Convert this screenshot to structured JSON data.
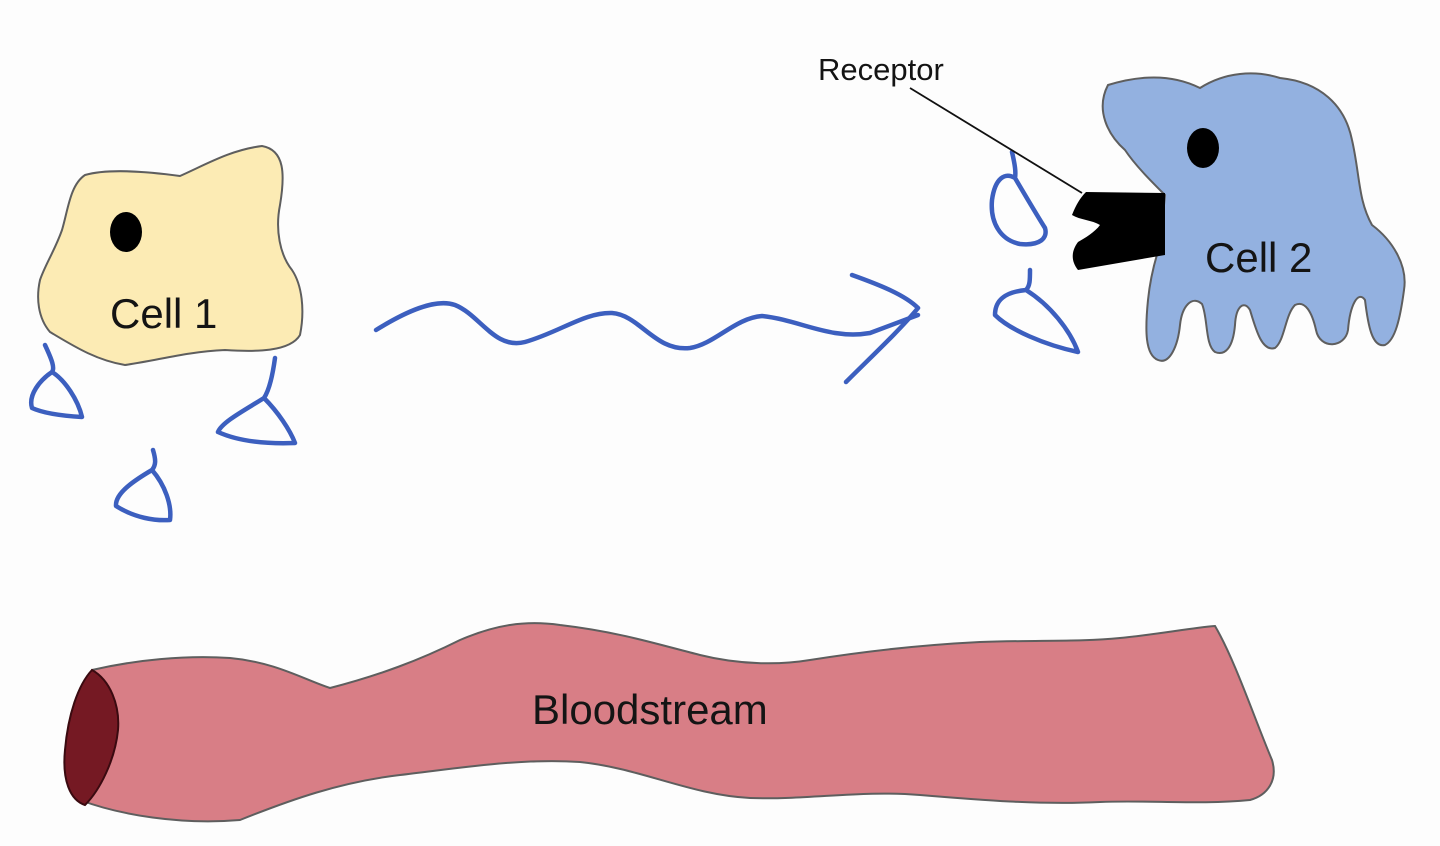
{
  "labels": {
    "cell1": "Cell 1",
    "cell2": "Cell 2",
    "receptor": "Receptor",
    "bloodstream": "Bloodstream"
  },
  "colors": {
    "cell1_fill": "#fcebb4",
    "cell2_fill": "#93b1e0",
    "bloodstream_fill": "#d87e86",
    "bloodstream_end": "#751923",
    "signal_stroke": "#3c5fbf",
    "receptor_fill": "#000000"
  }
}
